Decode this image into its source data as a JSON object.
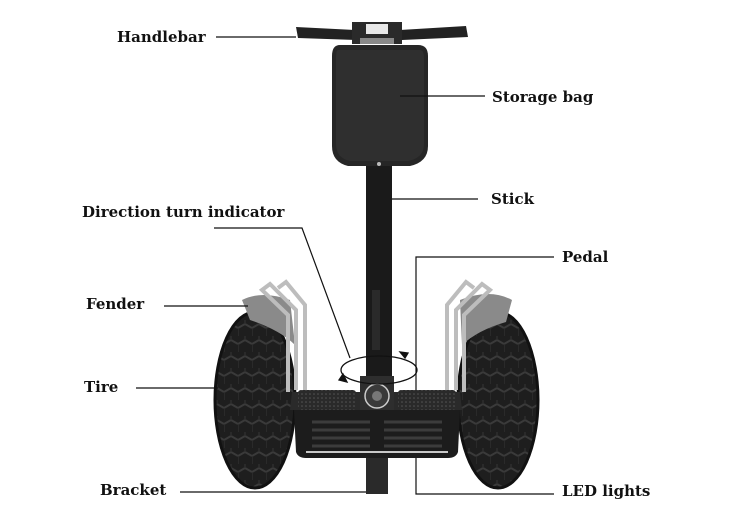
{
  "diagram": {
    "subject": "Two-wheel self-balancing scooter",
    "labels": [
      {
        "id": "handlebar",
        "text": "Handlebar"
      },
      {
        "id": "storage-bag",
        "text": "Storage bag"
      },
      {
        "id": "stick",
        "text": "Stick"
      },
      {
        "id": "direction-turn-indicator",
        "text": "Direction turn indicator"
      },
      {
        "id": "pedal",
        "text": "Pedal"
      },
      {
        "id": "fender",
        "text": "Fender"
      },
      {
        "id": "tire",
        "text": "Tire"
      },
      {
        "id": "bracket",
        "text": "Bracket"
      },
      {
        "id": "led-lights",
        "text": "LED lights"
      }
    ]
  },
  "colors": {
    "background": "#ffffff",
    "text": "#111111",
    "body": "#1c1c1c",
    "metal": "#b8b8b8"
  }
}
